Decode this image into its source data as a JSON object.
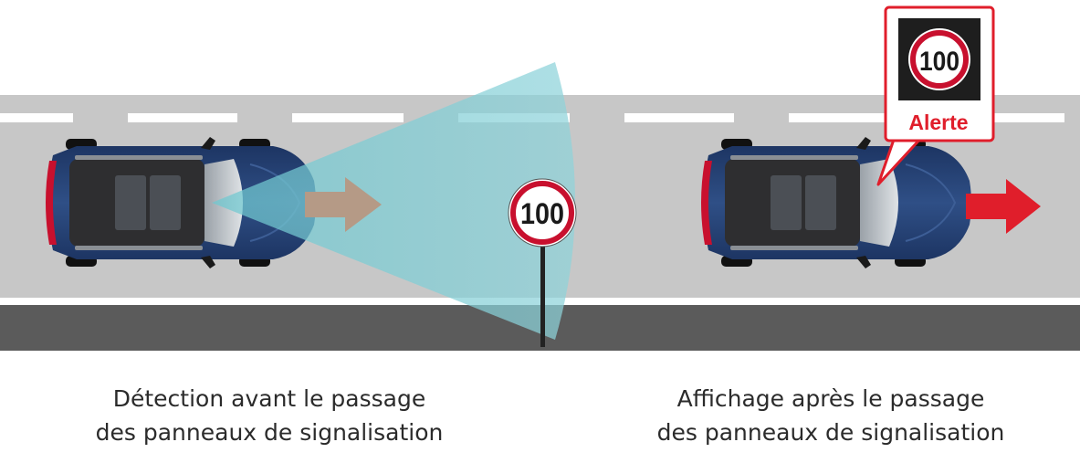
{
  "sign": {
    "speed_limit": "100"
  },
  "alert": {
    "speed_limit": "100",
    "label": "Alerte"
  },
  "captions": {
    "left": {
      "line1": "Détection avant le passage",
      "line2": "des panneaux de signalisation"
    },
    "right": {
      "line1": "Affichage après le passage",
      "line2": "des panneaux de signalisation"
    }
  },
  "colors": {
    "road": "#c7c7c7",
    "road_shoulder": "#5b5b5b",
    "lane_marking": "#ffffff",
    "detection_beam": "#7fd0d8",
    "car_body": "#26406e",
    "sign_ring": "#c8102e",
    "alert_red": "#e01e2b",
    "motion_arrow_left": "#b59a86",
    "motion_arrow_right": "#e01e2b"
  }
}
